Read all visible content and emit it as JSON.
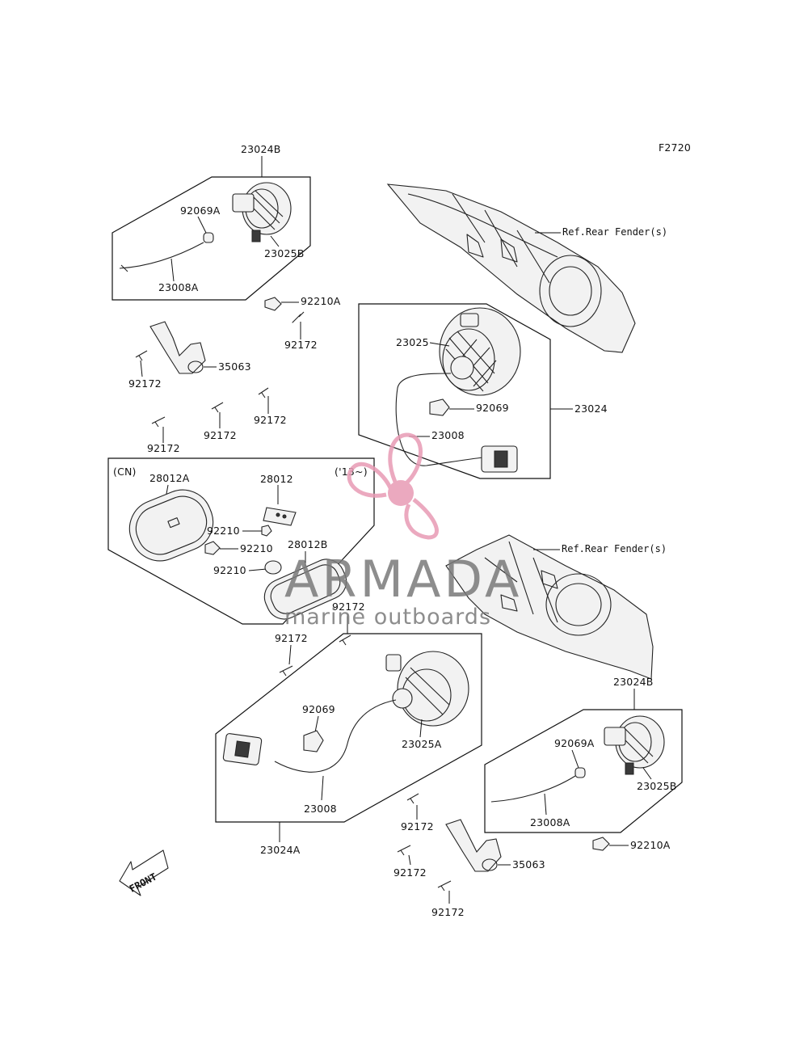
{
  "figure_code": "F2720",
  "labels": {
    "top_left_group": "23024B",
    "bulb_a_top": "92069A",
    "socket_b_top": "23025B",
    "wire_a_top": "23008A",
    "nut_a_top": "92210A",
    "screw_top_1": "92172",
    "bracket_top": "35063",
    "screw_top_2": "92172",
    "screw_top_3": "92172",
    "screw_top_4": "92172",
    "screw_top_5": "92172",
    "ref_fender_top": "Ref.Rear Fender(s)",
    "socket_right": "23025",
    "bulb_right": "92069",
    "group_right": "23024",
    "wire_right": "23008",
    "cn_tag": "(CN)",
    "year_tag": "('13~)",
    "reflector_a": "28012A",
    "reflector": "28012",
    "nut_1": "92210",
    "nut_2": "92210",
    "nut_3": "92210",
    "reflector_b": "28012B",
    "screw_mid_1": "92172",
    "screw_mid_2": "92172",
    "ref_fender_bottom": "Ref.Rear Fender(s)",
    "group_bottom_right": "23024B",
    "bulb_bottom_left": "92069",
    "socket_a": "23025A",
    "bulb_a_bottom": "92069A",
    "socket_b_bottom": "23025B",
    "wire_bottom": "23008",
    "wire_a_bottom": "23008A",
    "group_bottom": "23024A",
    "screw_bot_1": "92172",
    "nut_a_bottom": "92210A",
    "screw_bot_2": "92172",
    "bracket_bottom": "35063",
    "screw_bot_3": "92172"
  },
  "front_arrow": "FRONT",
  "watermark": {
    "brand": "ARMADA",
    "tagline": "marine outboards",
    "logo_color": "#e89bb5"
  }
}
